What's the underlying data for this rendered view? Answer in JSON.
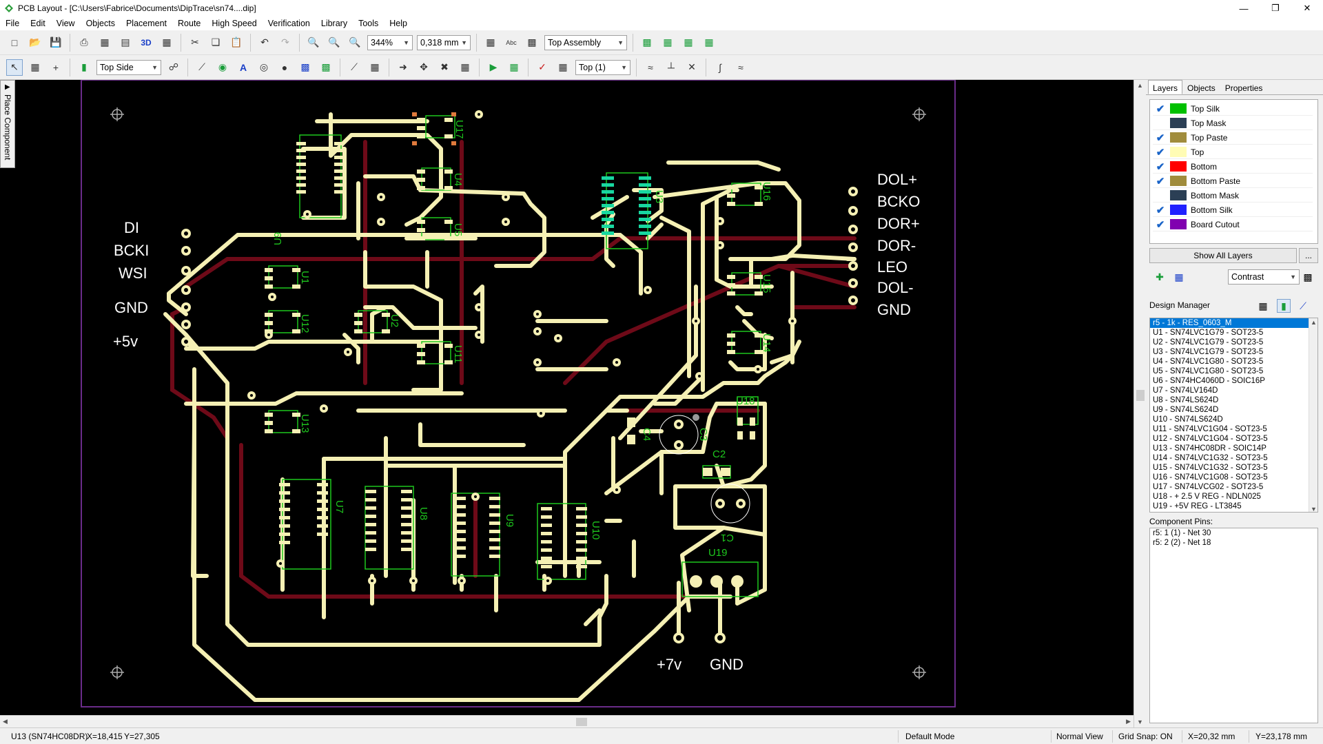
{
  "window": {
    "title": "PCB Layout - [C:\\Users\\Fabrice\\Documents\\DipTrace\\sn74....dip]"
  },
  "menu": [
    "File",
    "Edit",
    "View",
    "Objects",
    "Placement",
    "Route",
    "High Speed",
    "Verification",
    "Library",
    "Tools",
    "Help"
  ],
  "toolbar": {
    "zoom": "344%",
    "grid": "0,318 mm",
    "assembly": "Top Assembly",
    "side": "Top Side",
    "layer": "Top (1)"
  },
  "side_tab": "Place Component",
  "board": {
    "left_labels": [
      "DI",
      "BCKI",
      "WSI",
      "GND",
      "+5v"
    ],
    "right_labels": [
      "DOL+",
      "BCKO",
      "DOR+",
      "DOR-",
      "LEO",
      "DOL-",
      "GND"
    ],
    "bottom_labels": [
      "+7v",
      "GND"
    ],
    "components": [
      "U17",
      "U9",
      "U4",
      "U5",
      "U3",
      "U16",
      "U1",
      "U12",
      "U2",
      "U11",
      "U15",
      "U14",
      "U13",
      "U7",
      "U8",
      "U9",
      "U10",
      "C4",
      "C3",
      "U18",
      "C2",
      "C1",
      "U19"
    ],
    "colors": {
      "background": "#000000",
      "trace_top": "#f5f0b4",
      "trace_bottom": "#6e0a18",
      "silk": "#1ec81e",
      "pad_selected": "#18d7a0",
      "outline": "#6a2c8a"
    }
  },
  "panel": {
    "tabs": [
      "Layers",
      "Objects",
      "Properties"
    ],
    "layers": [
      {
        "name": "Top Silk",
        "color": "#00c000",
        "checked": true
      },
      {
        "name": "Top Mask",
        "color": "#2b3f55",
        "checked": false
      },
      {
        "name": "Top Paste",
        "color": "#a08c3c",
        "checked": true
      },
      {
        "name": "Top",
        "color": "#fffcb4",
        "checked": true
      },
      {
        "name": "Bottom",
        "color": "#ff0000",
        "checked": true
      },
      {
        "name": "Bottom Paste",
        "color": "#a08c3c",
        "checked": true
      },
      {
        "name": "Bottom Mask",
        "color": "#2b3f55",
        "checked": false
      },
      {
        "name": "Bottom Silk",
        "color": "#2020ff",
        "checked": true
      },
      {
        "name": "Board Cutout",
        "color": "#8000b0",
        "checked": true
      }
    ],
    "show_all": "Show All Layers",
    "more": "...",
    "contrast": "Contrast",
    "design_manager_label": "Design Manager",
    "design_manager_items": [
      "r5 - 1k - RES_0603_M",
      "U1 - SN74LVC1G79 - SOT23-5",
      "U2 - SN74LVC1G79 - SOT23-5",
      "U3 - SN74LVC1G79 - SOT23-5",
      "U4 - SN74LVC1G80 - SOT23-5",
      "U5 - SN74LVC1G80 - SOT23-5",
      "U6 - SN74HC4060D - SOIC16P",
      "U7 - SN74LV164D",
      "U8 - SN74LS624D",
      "U9 - SN74LS624D",
      "U10 - SN74LS624D",
      "U11 - SN74LVC1G04 - SOT23-5",
      "U12 - SN74LVC1G04 - SOT23-5",
      "U13 - SN74HC08DR - SOIC14P",
      "U14 - SN74LVC1G32 - SOT23-5",
      "U15 - SN74LVC1G32 - SOT23-5",
      "U16 - SN74LVC1G08 - SOT23-5",
      "U17 - SN74LVCG02 - SOT23-5",
      "U18 - + 2.5 V REG - NDLN025",
      "U19 - +5V REG - LT3845"
    ],
    "component_pins_label": "Component Pins:",
    "component_pins": [
      "r5: 1 (1) - Net 30",
      "r5: 2 (2) - Net 18"
    ]
  },
  "status": {
    "component": "U13 (SN74HC08DR)",
    "x": "X=18,415",
    "y": "Y=27,305",
    "mode": "Default Mode",
    "view": "Normal View",
    "snap": "Grid Snap: ON",
    "cx": "X=20,32 mm",
    "cy": "Y=23,178 mm"
  }
}
